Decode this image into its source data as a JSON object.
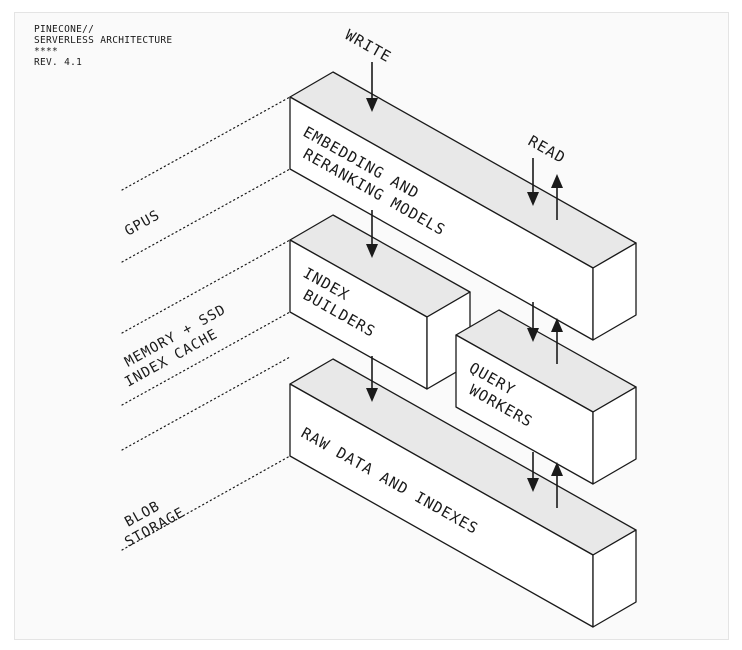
{
  "header": {
    "line1": "PINECONE//",
    "line2": "SERVERLESS ARCHITECTURE",
    "line3": "****",
    "line4": "REV. 4.1"
  },
  "arrows": {
    "write": "WRITE",
    "read": "READ"
  },
  "blocks": {
    "models": {
      "line1": "EMBEDDING AND",
      "line2": "RERANKING MODELS"
    },
    "builders": {
      "line1": "INDEX",
      "line2": "BUILDERS"
    },
    "workers": {
      "line1": "QUERY",
      "line2": "WORKERS"
    },
    "storage": {
      "line1": "RAW DATA AND INDEXES"
    }
  },
  "tiers": {
    "gpus": {
      "line1": "GPUS"
    },
    "memory": {
      "line1": "MEMORY + SSD",
      "line2": "INDEX CACHE"
    },
    "blob": {
      "line1": "BLOB",
      "line2": "STORAGE"
    }
  }
}
